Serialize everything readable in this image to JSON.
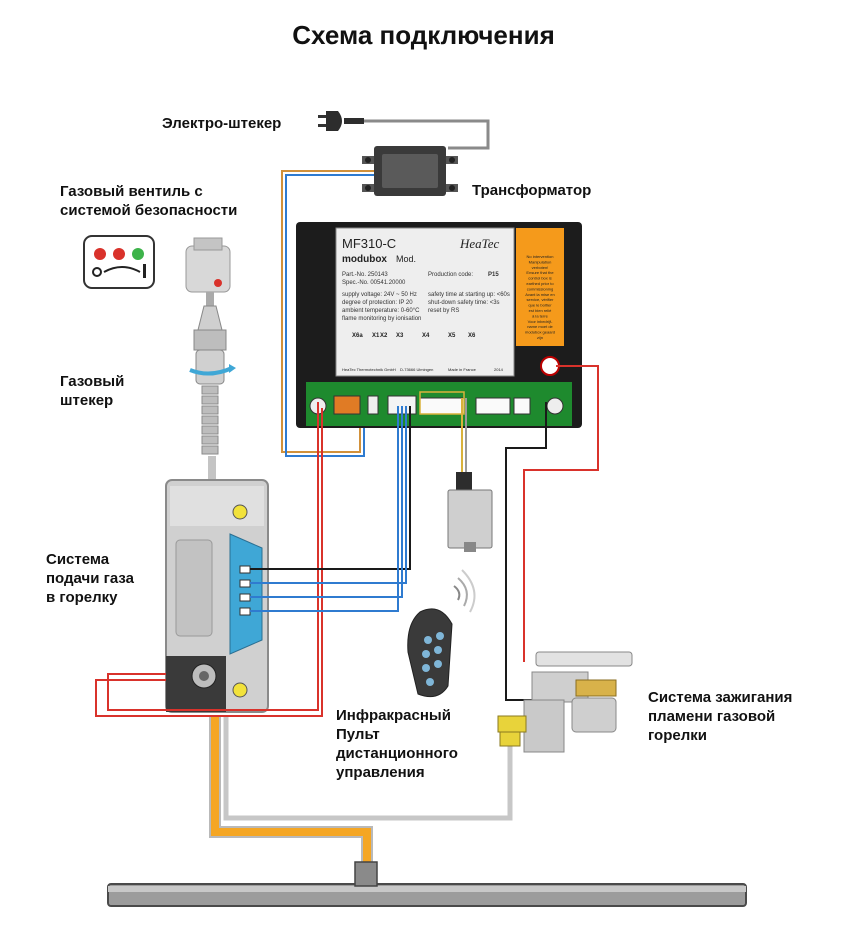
{
  "title": "Схема подключения",
  "labels": {
    "plug": "Электро-штекер",
    "transformer": "Трансформатор",
    "gas_valve": [
      "Газовый вентиль с",
      "системой безопасности"
    ],
    "gas_plug": [
      "Газовый",
      "штекер"
    ],
    "gas_supply": [
      "Система",
      "подачи газа",
      "в горелку"
    ],
    "remote": [
      "Инфракрасный",
      "Пульт",
      "дистанционного",
      "управления"
    ],
    "ignition": [
      "Система зажигания",
      "пламени газовой",
      "горелки"
    ]
  },
  "controller_plate": {
    "model": "MF310-C",
    "brand": "HeaTec",
    "series_a": "modubox",
    "series_b": "Mod.",
    "part_no": "Part.-No. 250143",
    "spec_no": "Spec.-No. 00541.20000",
    "production_code_label": "Production code:",
    "production_code": "P15",
    "supply_voltage": "supply voltage: 24V ~ 50 Hz",
    "protection": "degree of protection: IP 20",
    "ambient": "ambient temperature: 0-60°C",
    "flame": "flame monitoring by ionisation",
    "safety_start": "safety time at starting up: <60s",
    "shutdown": "shut-down safety time: <3s",
    "reset": "reset by RS",
    "terminals": [
      "X6a",
      "X1",
      "X2",
      "X3",
      "X4",
      "X5",
      "X6"
    ],
    "footer": [
      "HeaTec Thermotechnik GmbH",
      "D-73666 Ulmingen",
      "Made in France",
      "2014"
    ],
    "warning": [
      "No intervention",
      "Manipulation",
      "verboten!",
      "Ensure that the",
      "control box is",
      "earthed prior to",
      "commissioning",
      "Avant la mise en",
      "service, vérifier",
      "que le boîtier",
      "est bien relié",
      "à la terre",
      "Voor inbedrijf-",
      "name moet de",
      "modubox geaard",
      "zijn"
    ]
  },
  "colors": {
    "wire_red": "#d9322b",
    "wire_blue": "#2f7bd0",
    "wire_black": "#1a1a1a",
    "wire_gray": "#9a9a9a",
    "gas_pipe_orange": "#f5a623",
    "terminal_green": "#1e8a2e",
    "warning_orange": "#f59a1b",
    "valve_blue": "#3fa7d6"
  },
  "icons": [
    "power-plug-icon",
    "transformer-icon",
    "gas-valve-icon",
    "gas-plug-icon",
    "gas-supply-unit-icon",
    "receiver-icon",
    "remote-control-icon",
    "ignition-system-icon",
    "burner-bar-icon"
  ]
}
